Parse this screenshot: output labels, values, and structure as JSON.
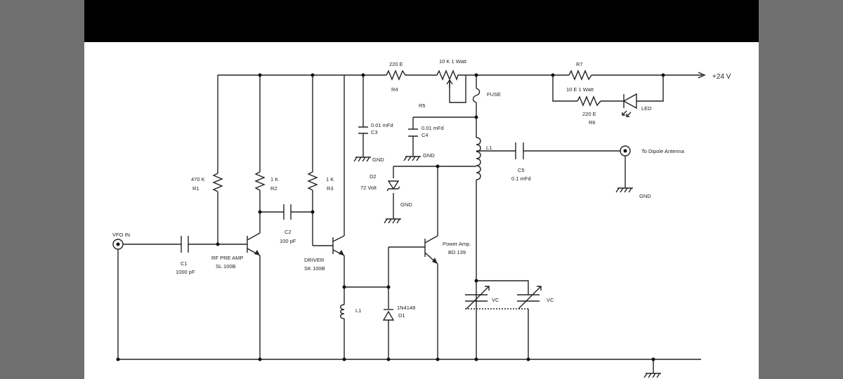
{
  "labels": {
    "r4": "R4",
    "r4_val": "220 E",
    "r5": "R5",
    "r5_val": "10 K 1 Watt",
    "fuse": "FUSE",
    "r7": "R7",
    "r7_val": "10 E 1 Watt",
    "r6": "R6",
    "r6_val": "220 E",
    "led": "LED",
    "supply": "+24 V",
    "c3": "C3",
    "c3_val": "0.01 mFd",
    "c4": "C4",
    "c4_val": "0.01 mFd",
    "gnd": "GND",
    "l1": "L1",
    "c5": "C5",
    "c5_val": "0.1 mFd",
    "antenna": "To Dipole Antenna",
    "d2": "D2",
    "d2_val": "72 Volt",
    "r1": "R1",
    "r1_val": "470 K",
    "r2": "R2",
    "r2_val": "1 K",
    "r3": "R3",
    "r3_val": "1 K",
    "c2": "C2",
    "c2_val": "100 pF",
    "vfo": "VFO IN",
    "c1": "C1",
    "c1_val": "1000 pF",
    "q1_name": "RF PRE AMP",
    "q1_part": "SL 100B",
    "q2_name": "DRIVER",
    "q2_part": "SK 100B",
    "q3_name": "Power Amp.",
    "q3_part": "BD 139",
    "vc": "VC",
    "d1": "D1",
    "d1_part": "1N4148"
  }
}
